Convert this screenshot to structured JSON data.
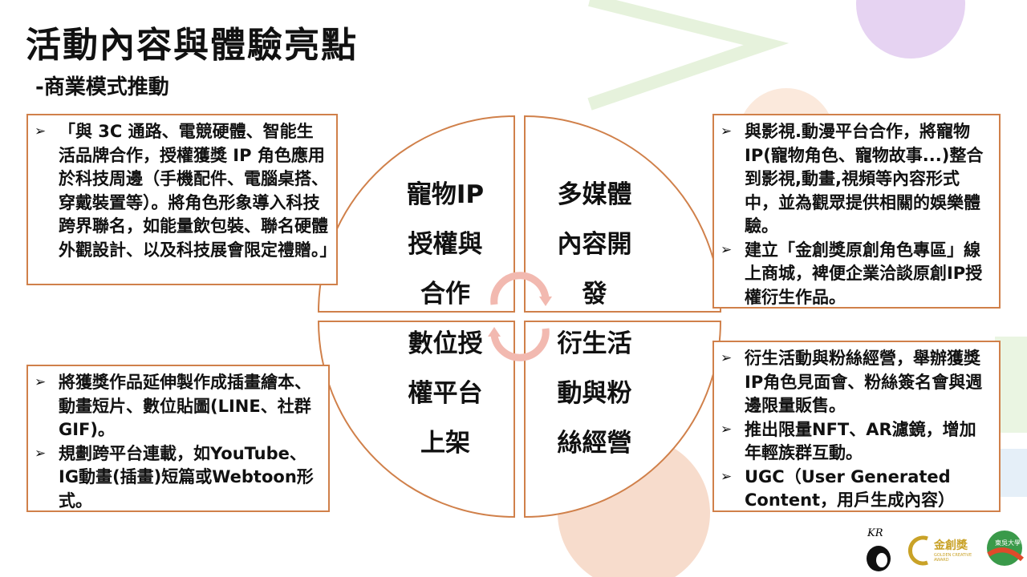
{
  "title": "活動內容與體驗亮點",
  "subtitle": "-商業模式推動",
  "quadrants": {
    "top_left": [
      "寵物IP",
      "授權與",
      "合作"
    ],
    "top_right": [
      "多媒體",
      "內容開",
      "發"
    ],
    "bottom_left": [
      "數位授",
      "權平台",
      "上架"
    ],
    "bottom_right": [
      "衍生活",
      "動與粉",
      "絲經營"
    ]
  },
  "boxes": {
    "top_left": [
      "「與 3C 通路、電競硬體、智能生活品牌合作，授權獲獎 IP 角色應用於科技周邊（手機配件、電腦桌搭、穿戴裝置等）。將角色形象導入科技跨界聯名，如能量飲包裝、聯名硬體外觀設計、以及科技展會限定禮贈。」"
    ],
    "top_right": [
      "與影視.動漫平台合作，將寵物IP(寵物角色、寵物故事...)整合到影視,動畫,視頻等內容形式中，並為觀眾提供相關的娛樂體驗。",
      "建立「金創獎原創角色專區」線上商城，裨便企業洽談原創IP授權衍生作品。"
    ],
    "bottom_left": [
      "將獲獎作品延伸製作成插畫繪本、動畫短片、數位貼圖(LINE、社群GIF)。",
      "規劃跨平台連載，如YouTube、IG動畫(插畫)短篇或Webtoon形式。"
    ],
    "bottom_right": [
      "衍生活動與粉絲經營，舉辦獲獎IP角色見面會、粉絲簽名會與週邊限量販售。",
      "推出限量NFT、AR濾鏡，增加年輕族群互動。",
      "UGC（User Generated Content，用戶生成內容）"
    ]
  },
  "logos": {
    "kr": "KR",
    "golden": "金創獎",
    "golden_sub": "GOLDEN CREATIVE AWARD",
    "university": "東吳大學"
  },
  "colors": {
    "accent": "#d0804a",
    "arrow": "#f2b9b0"
  }
}
